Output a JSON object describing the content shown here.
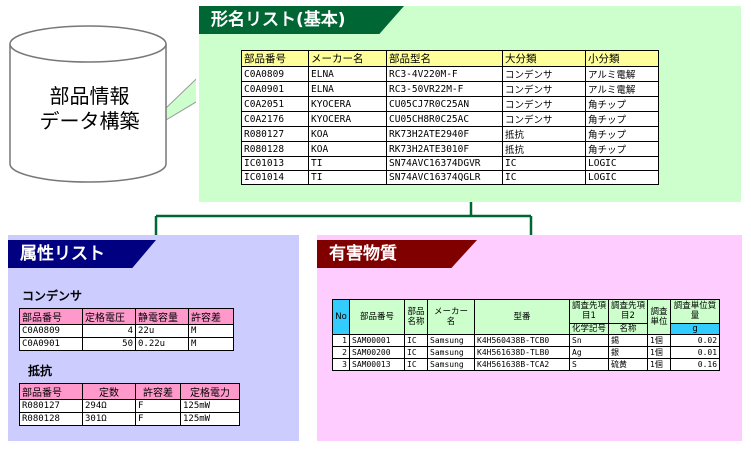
{
  "database": {
    "line1": "部品情報",
    "line2": "データ構築"
  },
  "basic_list": {
    "title": "形名リスト(基本)",
    "headers": [
      "部品番号",
      "メーカー名",
      "部品型名",
      "大分類",
      "小分類"
    ],
    "rows": [
      [
        "C0A0809",
        "ELNA",
        "RC3-4V220M-F",
        "コンデンサ",
        "アルミ電解"
      ],
      [
        "C0A0901",
        "ELNA",
        "RC3-50VR22M-F",
        "コンデンサ",
        "アルミ電解"
      ],
      [
        "C0A2051",
        "KYOCERA",
        "CU05CJ7R0C25AN",
        "コンデンサ",
        "角チップ"
      ],
      [
        "C0A2176",
        "KYOCERA",
        "CU05CH8R0C25AC",
        "コンデンサ",
        "角チップ"
      ],
      [
        "R080127",
        "KOA",
        "RK73H2ATE2940F",
        "抵抗",
        "角チップ"
      ],
      [
        "R080128",
        "KOA",
        "RK73H2ATE3010F",
        "抵抗",
        "角チップ"
      ],
      [
        "IC01013",
        "TI",
        "SN74AVC16374DGVR",
        "IC",
        "LOGIC"
      ],
      [
        "IC01014",
        "TI",
        "SN74AVC16374QGLR",
        "IC",
        "LOGIC"
      ]
    ]
  },
  "attribute_list": {
    "title": "属性リスト",
    "capacitor": {
      "label": "コンデンサ",
      "headers": [
        "部品番号",
        "定格電圧",
        "静電容量",
        "許容差"
      ],
      "rows": [
        [
          "C0A0809",
          "4",
          "22u",
          "M"
        ],
        [
          "C0A0901",
          "50",
          "0.22u",
          "M"
        ]
      ]
    },
    "resistor": {
      "label": "抵抗",
      "headers": [
        "部品番号",
        "定数",
        "許容差",
        "定格電力"
      ],
      "rows": [
        [
          "R080127",
          "294Ω",
          "F",
          "125mW"
        ],
        [
          "R080128",
          "301Ω",
          "F",
          "125mW"
        ]
      ]
    }
  },
  "hazardous": {
    "title": "有害物質",
    "headers": {
      "no": "No",
      "part_no": "部品番号",
      "part_name": "部品名称",
      "maker": "メーカー名",
      "model": "型番",
      "item1": "調査先項目1",
      "item1_sub": "化学記号",
      "item2": "調査先項目2",
      "item2_sub": "名称",
      "unit": "調査単位",
      "weight": "調査単位質量",
      "weight_sub": "g"
    },
    "rows": [
      [
        "1",
        "SAM00001",
        "IC",
        "Samsung",
        "K4H560438B-TCB0",
        "Sn",
        "錫",
        "1個",
        "0.02"
      ],
      [
        "2",
        "SAM00200",
        "IC",
        "Samsung",
        "K4H561638D-TLB0",
        "Ag",
        "銀",
        "1個",
        "0.01"
      ],
      [
        "3",
        "SAM00013",
        "IC",
        "Samsung",
        "K4H561638B-TCA2",
        "S",
        "硫黄",
        "1個",
        "0.16"
      ]
    ]
  },
  "colors": {
    "green_panel": "#ccffcc",
    "blue_panel": "#ccccff",
    "pink_panel": "#ffccff",
    "green_header": "#006633",
    "blue_header": "#000080",
    "red_header": "#800000"
  }
}
